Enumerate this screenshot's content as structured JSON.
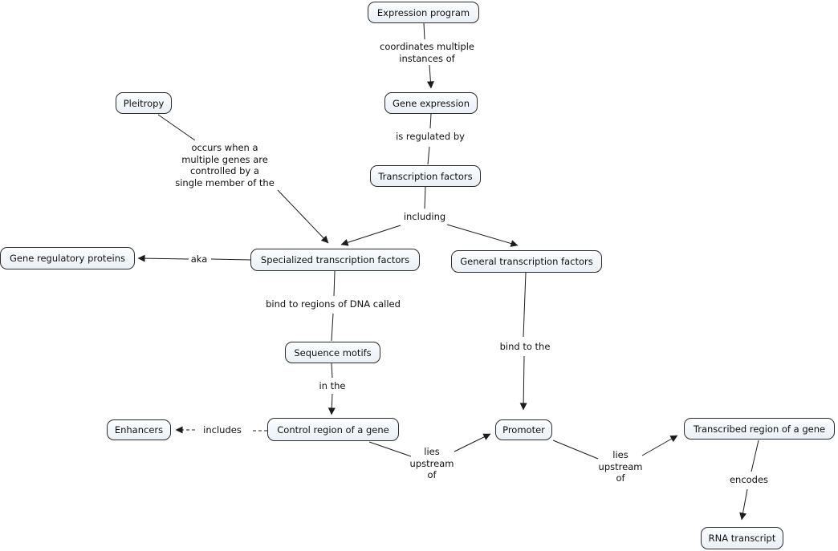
{
  "colors": {
    "background": "#ffffff",
    "node_fill_top": "#fcfdff",
    "node_fill_bottom": "#e9f0f6",
    "node_border": "#2c2c2c",
    "edge_line": "#1c1c1c",
    "text": "#0f0f0f"
  },
  "nodes": {
    "expression_program": "Expression program",
    "gene_expression": "Gene expression",
    "transcription_factors": "Transcription factors",
    "pleitropy": "Pleitropy",
    "gene_regulatory_proteins": "Gene regulatory proteins",
    "specialized_tf": "Specialized transcription factors",
    "general_tf": "General transcription factors",
    "sequence_motifs": "Sequence motifs",
    "enhancers": "Enhancers",
    "control_region": "Control region of a gene",
    "promoter": "Promoter",
    "transcribed_region": "Transcribed region of a gene",
    "rna_transcript": "RNA transcript"
  },
  "edge_labels": {
    "coordinates": "coordinates multiple\ninstances of",
    "is_regulated_by": "is regulated by",
    "including": "including",
    "occurs_when": "occurs when a\nmultiple genes are\ncontrolled by a\nsingle member of the",
    "aka": "aka",
    "bind_to_regions": "bind to regions of DNA called",
    "in_the": "in the",
    "includes": "includes",
    "lies_upstream_left": "lies\nupstream\nof",
    "bind_to_the": "bind to the",
    "lies_upstream_right": "lies\nupstream\nof",
    "encodes": "encodes"
  }
}
